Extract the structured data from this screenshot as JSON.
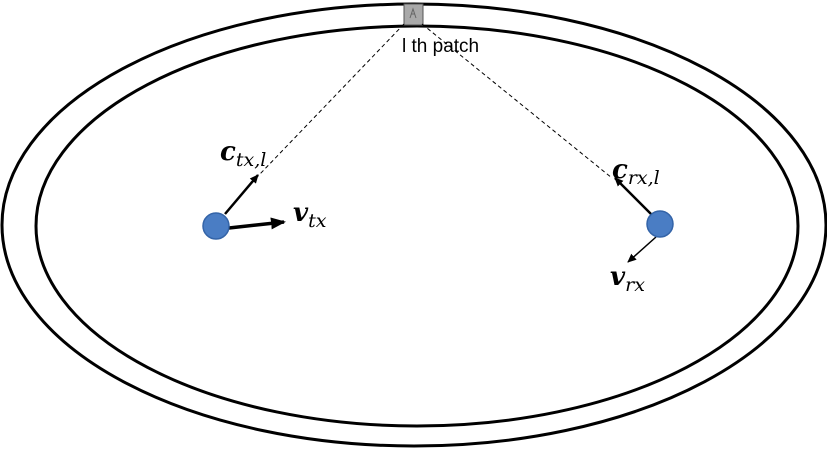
{
  "labels": {
    "patch": "l th patch",
    "c_tx_main": "c",
    "c_tx_sub": "tx,l",
    "v_tx_main": "v",
    "v_tx_sub": "tx",
    "c_rx_main": "c",
    "c_rx_sub": "rx,l",
    "v_rx_main": "v",
    "v_rx_sub": "rx"
  },
  "colors": {
    "node_fill": "#4a7dc4",
    "node_stroke": "#3464a8",
    "line": "#000000",
    "patch_fill": "#a9a9a9"
  }
}
